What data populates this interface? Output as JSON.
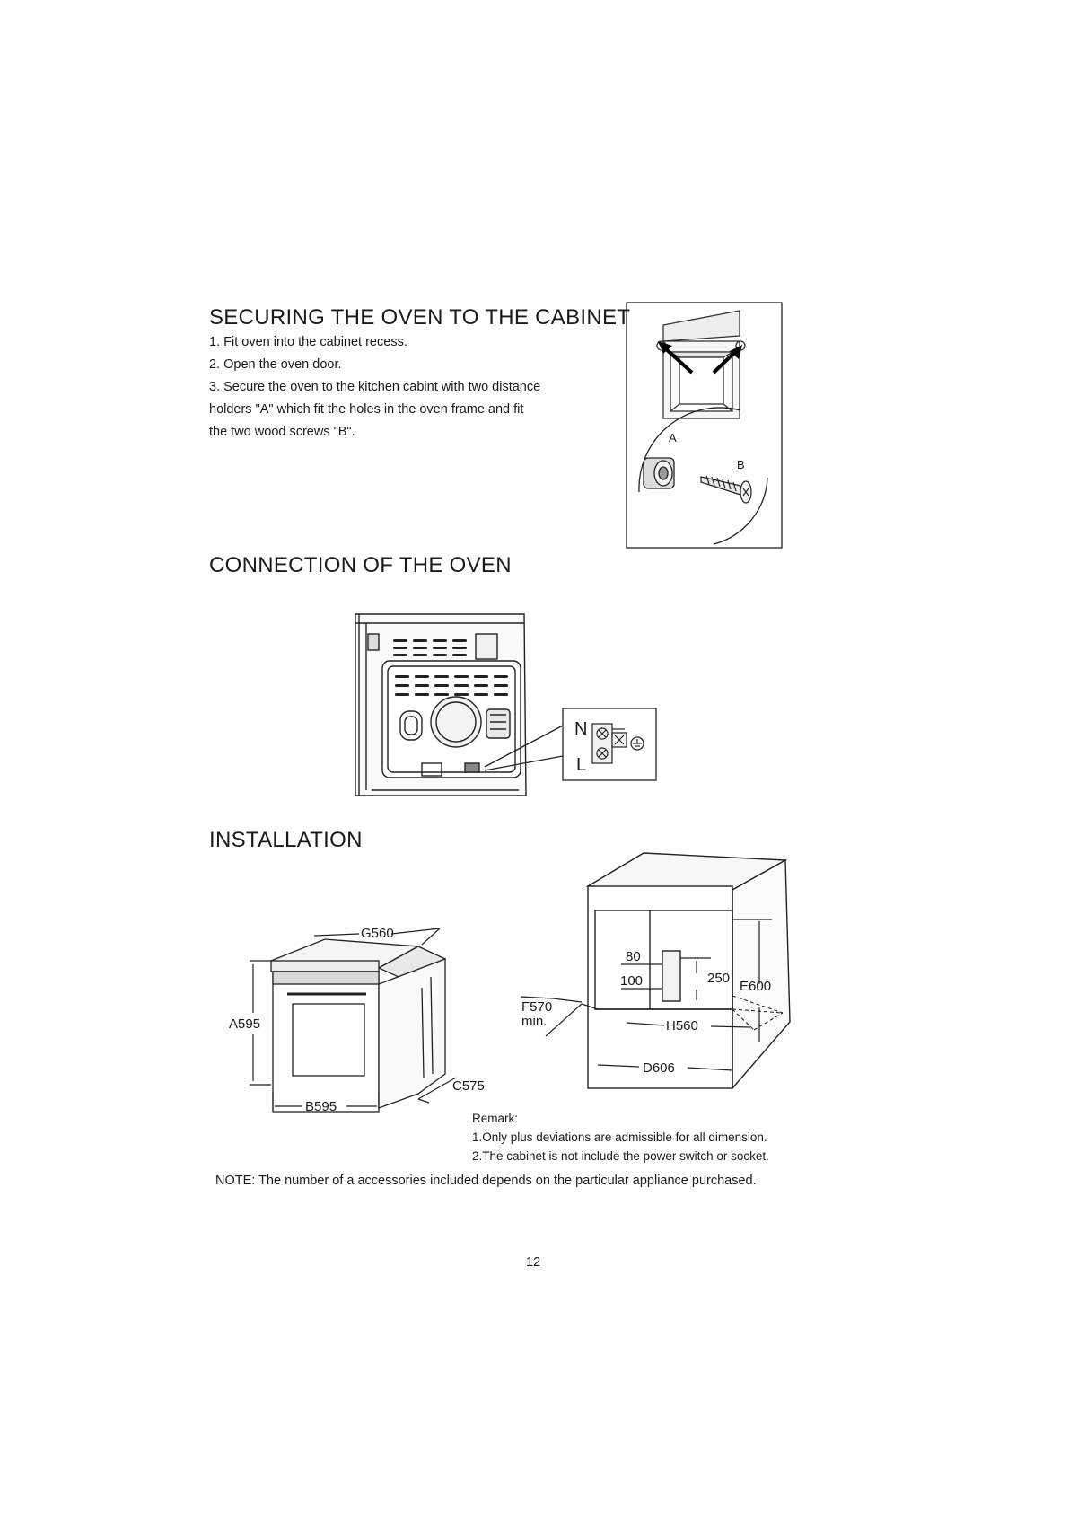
{
  "securing": {
    "title": "SECURING THE OVEN TO THE CABINET",
    "steps": [
      "1. Fit oven into the cabinet recess.",
      "2. Open the oven door.",
      "3. Secure the oven to the kitchen cabint with two distance",
      "holders \"A\" which fit the holes in the oven frame and fit",
      "the two wood screws \"B\"."
    ],
    "figure": {
      "label_a": "A",
      "label_b": "B"
    }
  },
  "connection": {
    "title": "CONNECTION OF THE OVEN",
    "terminal": {
      "neutral": "N",
      "live": "L"
    }
  },
  "installation": {
    "title": "INSTALLATION",
    "oven_dims": {
      "height": "A595",
      "width": "B595",
      "depth": "C575",
      "top_width": "G560"
    },
    "cabinet_dims": {
      "socket_width": "80",
      "socket_offset": "100",
      "socket_height": "250",
      "height": "E600",
      "depth_line1": "F570",
      "depth_line2": "min.",
      "inner_width": "H560",
      "outer_width": "D606"
    },
    "remark": {
      "title": "Remark:",
      "items": [
        "1.Only plus deviations are admissible for all dimension.",
        "2.The cabinet is not include the power switch or socket."
      ]
    }
  },
  "note": "NOTE: The number of a accessories included depends on the particular appliance purchased.",
  "page_number": "12"
}
